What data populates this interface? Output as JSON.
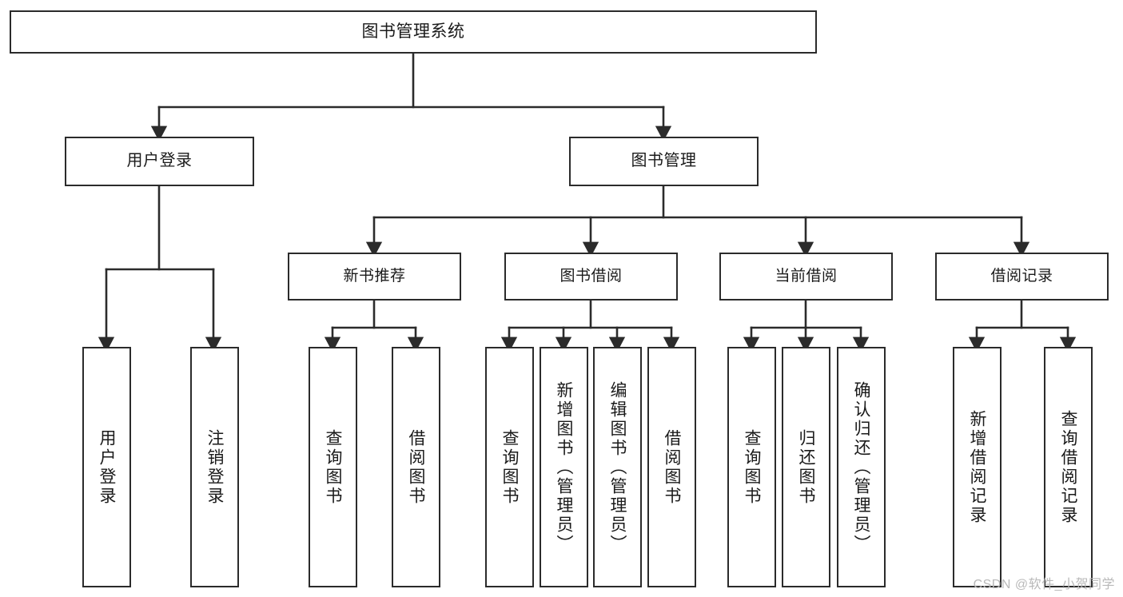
{
  "diagram": {
    "title": "图书管理系统",
    "type": "functional-structure-tree",
    "watermark": "CSDN @软件_小贺同学",
    "colors": {
      "background": "#ffffff",
      "node_border": "#2b2b2b",
      "node_fill": "#ffffff",
      "edge": "#2b2b2b",
      "text": "#1a1a1a",
      "watermark": "#b9b9b9"
    },
    "nodes": {
      "root": {
        "label": "图书管理系统"
      },
      "level1": [
        {
          "id": "user-login",
          "label": "用户登录"
        },
        {
          "id": "book-manage",
          "label": "图书管理"
        }
      ],
      "level2": [
        {
          "id": "new-book-rec",
          "label": "新书推荐"
        },
        {
          "id": "book-borrow",
          "label": "图书借阅"
        },
        {
          "id": "current-borrow",
          "label": "当前借阅"
        },
        {
          "id": "borrow-record",
          "label": "借阅记录"
        }
      ],
      "leaves": {
        "user_login": [
          {
            "id": "leaf-user-login",
            "label": "用户登录"
          },
          {
            "id": "leaf-user-logout",
            "label": "注销登录"
          }
        ],
        "new_book_rec": [
          {
            "id": "leaf-query-book-1",
            "label": "查询图书"
          },
          {
            "id": "leaf-borrow-book-1",
            "label": "借阅图书"
          }
        ],
        "book_borrow": [
          {
            "id": "leaf-query-book-2",
            "label": "查询图书"
          },
          {
            "id": "leaf-add-book",
            "label": "新增图书（管理员）"
          },
          {
            "id": "leaf-edit-book",
            "label": "编辑图书（管理员）"
          },
          {
            "id": "leaf-borrow-book-2",
            "label": "借阅图书"
          }
        ],
        "current_borrow": [
          {
            "id": "leaf-query-book-3",
            "label": "查询图书"
          },
          {
            "id": "leaf-return-book",
            "label": "归还图书"
          },
          {
            "id": "leaf-confirm-return",
            "label": "确认归还（管理员）"
          }
        ],
        "borrow_record": [
          {
            "id": "leaf-add-record",
            "label": "新增借阅记录"
          },
          {
            "id": "leaf-query-record",
            "label": "查询借阅记录"
          }
        ]
      }
    }
  }
}
